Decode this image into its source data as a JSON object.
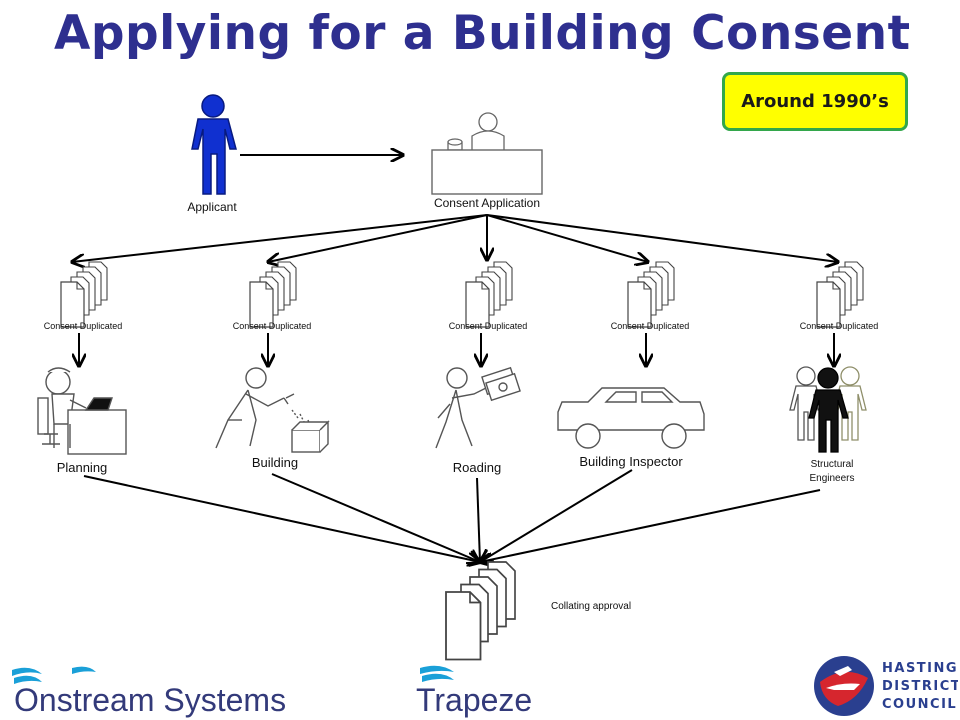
{
  "title": "Applying for a Building Consent",
  "era_badge": "Around 1990’s",
  "colors": {
    "title": "#2e2f8f",
    "badge_fill": "#ffff00",
    "badge_border": "#33a74b",
    "applicant_figure": "#1030d0",
    "onstream_blue": "#1aa0d8",
    "onstream_text": "#333a7a",
    "trapeze_blue": "#1aa0d8",
    "hastings_red": "#d6262e",
    "hastings_blue": "#2a3f8f"
  },
  "diagram": {
    "applicant_label": "Applicant",
    "consent_application_label": "Consent Application",
    "duplicate_label": "Consent Duplicated",
    "departments": [
      {
        "label": "Planning",
        "icon": "desk-worker-icon"
      },
      {
        "label": "Building",
        "icon": "box-thrower-icon"
      },
      {
        "label": "Roading",
        "icon": "money-carrier-icon"
      },
      {
        "label": "Building Inspector",
        "icon": "car-icon"
      },
      {
        "label_line1": "Structural",
        "label_line2": "Engineers",
        "icon": "group-people-icon"
      }
    ],
    "collating_label": "Collating approval"
  },
  "logos": {
    "onstream": "Onstream Systems",
    "trapeze": "Trapeze",
    "hastings_line1": "HASTINGS",
    "hastings_line2": "DISTRICT",
    "hastings_line3": "COUNCIL"
  }
}
